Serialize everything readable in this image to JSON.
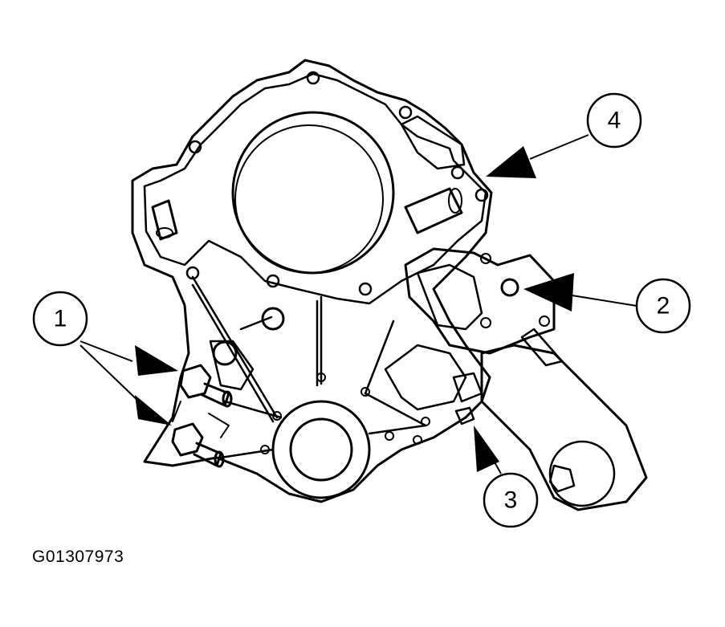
{
  "figure": {
    "id_label": "G01307973",
    "callouts": [
      {
        "number": "1"
      },
      {
        "number": "2"
      },
      {
        "number": "3"
      },
      {
        "number": "4"
      }
    ]
  },
  "colors": {
    "line": "#000000",
    "background": "#ffffff"
  }
}
